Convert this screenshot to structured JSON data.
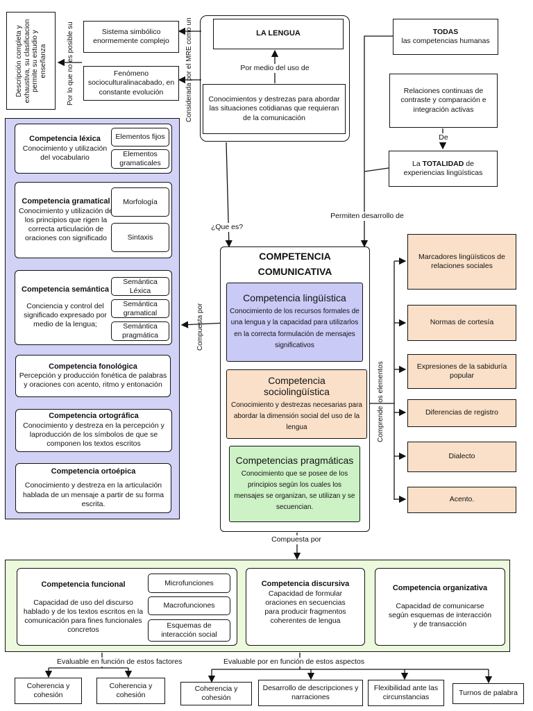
{
  "top": {
    "lengua": "LA LENGUA",
    "por_medio": "Por medio del uso de",
    "conocimientos": "Conocimientos y destrezas para abordar las situaciones cotidianas que requieran de la comunicación",
    "considerada": "Considerada por el MRE como un",
    "sistema": "Sistema simbólico enormemente complejo",
    "fenomeno": "Fenómeno socioculturalinacabado, en constante evolución",
    "por_lo_que": "Por lo que no es posible su",
    "descripcion": "Descripción completa y exhaustiva, su clasificacion permite su estudio y enseñanza",
    "todas_bold": "TODAS",
    "todas_rest": "las competencias humanas",
    "relaciones": "Relaciones continuas de contraste y comparación e integración activas",
    "de": "De",
    "totalidad_pre": "La ",
    "totalidad_bold": "TOTALIDAD",
    "totalidad_post": " de experiencias lingüísticas",
    "permiten": "Permiten desarrollo de",
    "que_es": "¿Que es?"
  },
  "center": {
    "title": "COMPETENCIA COMUNICATIVA",
    "linguistica_title": "Competencia lingüística",
    "linguistica_desc": "Conocimiento de los recursos formales de una lengua y la capacidad para utilizarlos en la correcta formulación de mensajes significativos",
    "socio_title": "Competencia sociolingüística",
    "socio_desc": "Conocimiento y destrezas necesarias para abordar la dimensión social del uso de la lengua",
    "prag_title": "Competencias pragmáticas",
    "prag_desc": "Conocimiento que se posee de los principios según los cuales los mensajes se organizan, se utilizan y se secuencian.",
    "compuesta_por_left": "Compuesta por",
    "compuesta_por_bottom": "Compuesta por",
    "comprende": "Comprende los elementos"
  },
  "left": {
    "lexica_title": "Competencia léxica",
    "lexica_desc": "Conocimiento y utilización del vocabulario",
    "lexica_sub": [
      "Elementos fijos",
      "Elementos gramaticales"
    ],
    "gram_title": "Competencia gramatical",
    "gram_desc": "Conocimiento y utilización de los principios que rigen la correcta articulación de oraciones con significado",
    "gram_sub": [
      "Morfología",
      "Sintaxis"
    ],
    "sem_title": "Competencia semántica",
    "sem_desc": "Conciencia y control del significado expresado por medio de la lengua;",
    "sem_sub": [
      "Semántica Léxica",
      "Semántica gramatical",
      "Semántica pragmática"
    ],
    "fono_title": "Competencia fonológica",
    "fono_desc": "Percepción y producción fonética de palabras y oraciones con acento, ritmo y entonación",
    "orto_title": "Competencia ortográfica",
    "orto_desc": "Conocimiento y destreza en la percepción y laproducción de los símbolos de que se componen los textos escritos",
    "ortoep_title": "Competencia ortoépica",
    "ortoep_desc": "Conocimiento y destreza en la articulación hablada de un mensaje a partir de su forma escrita."
  },
  "right": {
    "items": [
      "Marcadores lingüísticos de relaciones sociales",
      "Normas de cortesía",
      "Expresiones de la sabiduría popular",
      "Diferencias de registro",
      "Dialecto",
      "Acento."
    ]
  },
  "bottom": {
    "funcional_title": "Competencia funcional",
    "funcional_desc": "Capacidad de uso del discurso hablado y de los textos escritos en la comunicación para fines funcionales concretos",
    "funcional_sub": [
      "Microfunciones",
      "Macrofunciones",
      "Esquemas de interacción social"
    ],
    "discursiva_title": "Competencia discursiva",
    "discursiva_desc": "Capacidad de formular oraciones en secuencias para producir fragmentos coherentes de lengua",
    "organizativa_title": "Competencia organizativa",
    "organizativa_desc": "Capacidad de comunicarse según esquemas de interacción y de transacción",
    "evaluable_factores": "Evaluable en función de estos factores",
    "evaluable_aspectos": "Evaluable por en función de estos aspectos",
    "leaves": [
      "Coherencia y cohesión",
      "Coherencia y cohesión",
      "Coherencia y cohesión",
      "Desarrollo de descripciones y narraciones",
      "Flexibilidad ante las circunstancias",
      "Turnos de palabra"
    ]
  }
}
